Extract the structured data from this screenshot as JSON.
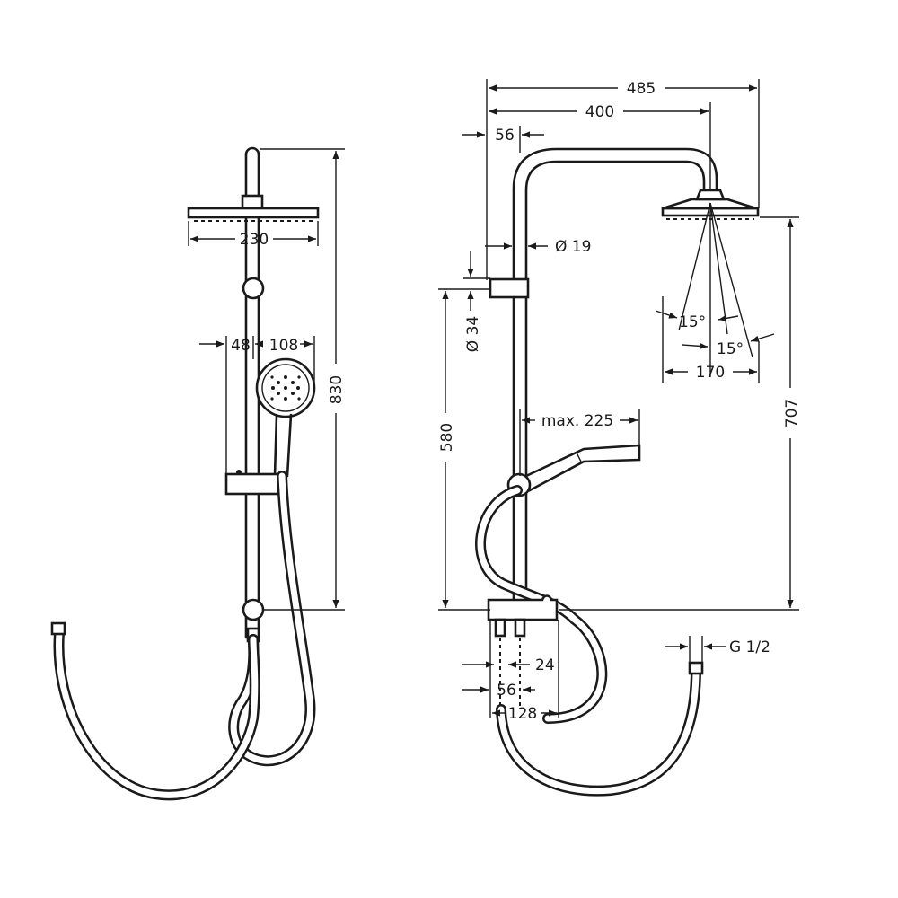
{
  "dimensions": {
    "front_head_width": "230",
    "front_total_height": "830",
    "front_hand_offset": "48",
    "front_hand_width": "108",
    "side_total_width": "485",
    "side_arm_reach": "400",
    "side_pipe_offset": "56",
    "side_pipe_diameter": "Ø 19",
    "side_holder_diameter": "Ø 34",
    "side_holder_height": "580",
    "side_head_height": "707",
    "side_spray_angle_a": "15°",
    "side_spray_angle_b": "15°",
    "side_spray_width": "170",
    "side_hand_reach": "max. 225",
    "side_connection_thread": "G 1/2",
    "side_outlet_24": "24",
    "side_outlet_56": "56",
    "side_outlet_128": "128"
  }
}
